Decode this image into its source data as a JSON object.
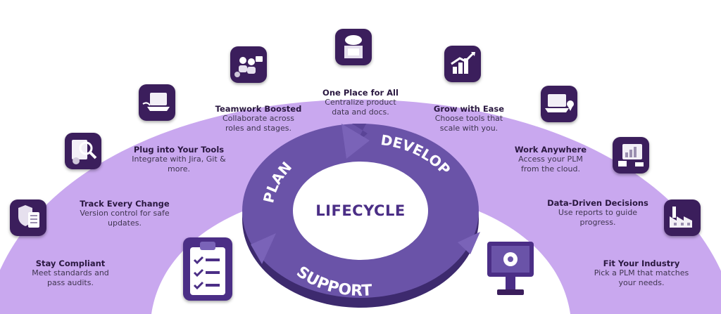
{
  "center_label": "LIFECYCLE",
  "cycle": {
    "plan": "PLAN",
    "develop": "DEVELOP",
    "support": "SUPPORT"
  },
  "colors": {
    "arc": "#c7a6ee",
    "ring": "#6a52a8",
    "ring_dark": "#4a3585",
    "badge": "#3b1e5c"
  },
  "features": [
    {
      "icon": "shield-checklist-icon",
      "title": "Stay Compliant",
      "desc": [
        "Meet standards and",
        "pass audits."
      ]
    },
    {
      "icon": "magnifier-document-icon",
      "title": "Track Every Change",
      "desc": [
        "Version control for safe",
        "updates."
      ]
    },
    {
      "icon": "laptop-plug-icon",
      "title": "Plug into Your Tools",
      "desc": [
        "Integrate with Jira, Git &",
        "more."
      ]
    },
    {
      "icon": "team-collaboration-icon",
      "title": "Teamwork Boosted",
      "desc": [
        "Collaborate across",
        "roles and stages."
      ]
    },
    {
      "icon": "cloud-box-icon",
      "title": "One Place for All",
      "desc": [
        "Centralize product",
        "data and docs."
      ]
    },
    {
      "icon": "growth-chart-icon",
      "title": "Grow with Ease",
      "desc": [
        "Choose tools that",
        "scale with you."
      ]
    },
    {
      "icon": "laptop-location-icon",
      "title": "Work Anywhere",
      "desc": [
        "Access your PLM",
        "from the cloud."
      ]
    },
    {
      "icon": "analytics-dashboard-icon",
      "title": "Data-Driven Decisions",
      "desc": [
        "Use reports to guide",
        "progress."
      ]
    },
    {
      "icon": "factory-icon",
      "title": "Fit Your Industry",
      "desc": [
        "Pick a PLM that matches",
        "your needs."
      ]
    }
  ],
  "decor": {
    "left": "clipboard-checklist-icon",
    "right": "monitor-gear-icon"
  }
}
